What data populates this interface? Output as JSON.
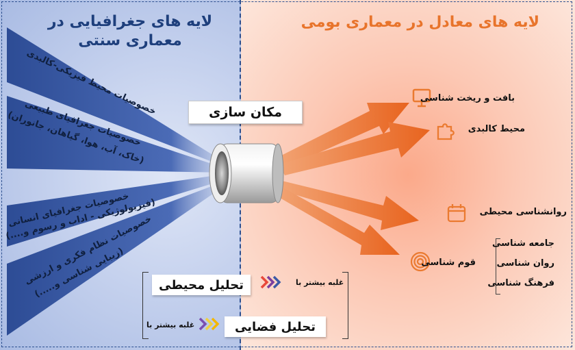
{
  "left_title": "لایه های جغرافیایی در معماری سنتی",
  "right_title": "لایه های معادل در معماری  بومی",
  "left_items": [
    "خصوصیات محیط فیزیکی-کالبدی",
    "خصوصیات جغرافیای طبیعی",
    "(خاک، آب، هوا، گیاهان، جانوران)",
    "خصوصیات جغرافیای انسانی",
    "(فیزیولوژیکی - اداب و رسوم و....)",
    "خصوصیات نظام فکری و ارزشی",
    "(زیبایی شناسی و.....)"
  ],
  "center_label": "مکان سازی",
  "right_items": [
    {
      "label": "بافت و ریخت شناسی",
      "icon": "monitor-icon"
    },
    {
      "label": "محیط کالبدی",
      "icon": "puzzle-icon"
    },
    {
      "label": "روانشناسی محیطی",
      "icon": "calendar-icon"
    },
    {
      "label": "قوم شناسی",
      "icon": "target-icon"
    }
  ],
  "sub_items": [
    "جامعه شناسی",
    "روان شناسی",
    "فرهنگ شناسی"
  ],
  "analysis": [
    {
      "label": "تحلیل محیطی",
      "dominance": "غلبه بیشتر با"
    },
    {
      "label": "تحلیل فضایی",
      "dominance": "غلبه بیشتر با"
    }
  ],
  "colors": {
    "left_bg": "#b9c8ea",
    "right_bg": "#fcc3ad",
    "beam_blue": "#2f4f96",
    "arrow_orange": "#ea7a30",
    "title_blue": "#1e3f7c",
    "title_orange": "#e8742b"
  }
}
